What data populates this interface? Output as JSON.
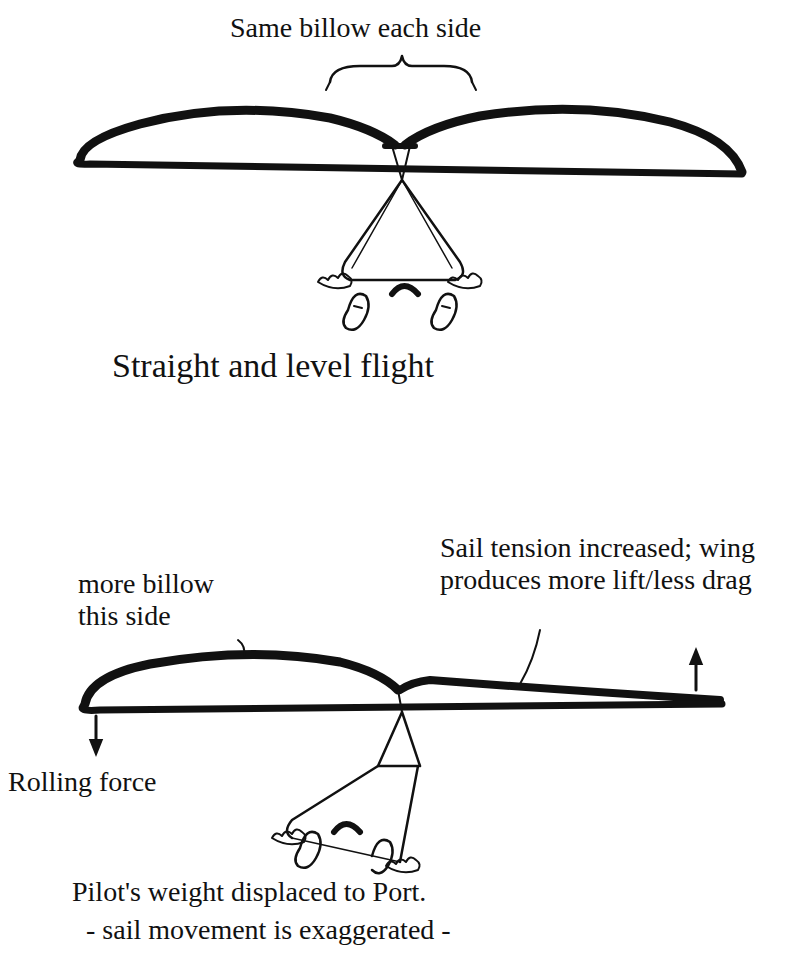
{
  "diagram": {
    "labels": [
      "Same billow each side",
      "Straight and level flight",
      "more billow this side",
      "Sail tension increased; wing produces more lift/less drag",
      "Rolling force",
      "Pilot's weight displaced to Port.",
      "- sail movement is exaggerated -"
    ]
  }
}
